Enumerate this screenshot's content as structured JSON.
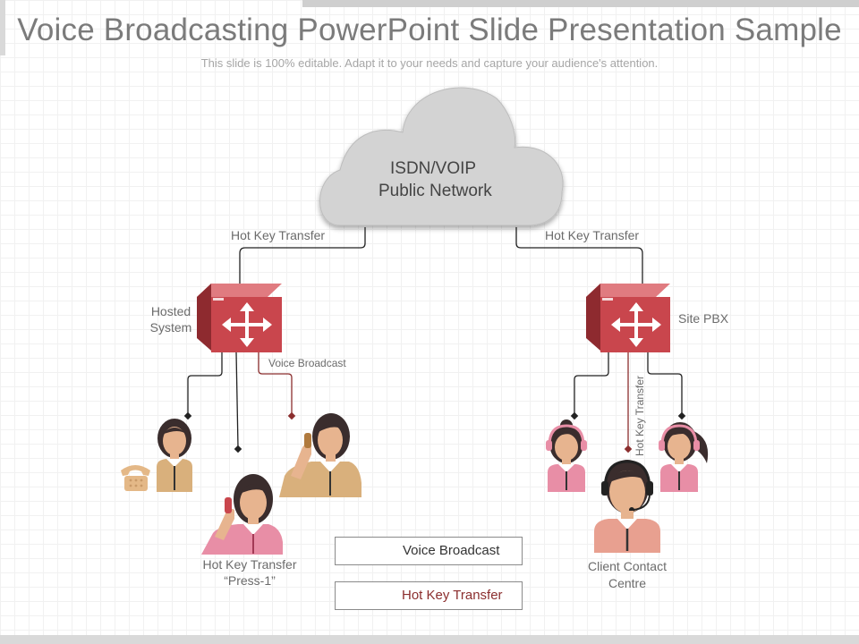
{
  "slide": {
    "title": "Voice Broadcasting PowerPoint Slide Presentation Sample",
    "subtitle": "This slide is 100% editable. Adapt it to your needs and capture your audience's attention."
  },
  "cloud": {
    "line1": "ISDN/VOIP",
    "line2": "Public Network"
  },
  "connections": {
    "left_transfer": "Hot Key Transfer",
    "right_transfer": "Hot Key Transfer",
    "voice_broadcast": "Voice Broadcast",
    "right_vertical_transfer": "Hot Key Transfer"
  },
  "nodes": {
    "hosted_line1": "Hosted",
    "hosted_line2": "System",
    "site_pbx": "Site PBX",
    "press1_line1": "Hot Key Transfer",
    "press1_line2": "“Press-1”",
    "client_line1": "Client Contact",
    "client_line2": "Centre"
  },
  "legend": {
    "voice_broadcast": "Voice Broadcast",
    "hot_key_transfer": "Hot Key Transfer"
  },
  "colors": {
    "router_red": "#c9464d",
    "dark_red": "#8e2a2f",
    "cloud_gray": "#d3d3d3",
    "line_black": "#222222",
    "transfer_red": "#8b2e2e"
  }
}
